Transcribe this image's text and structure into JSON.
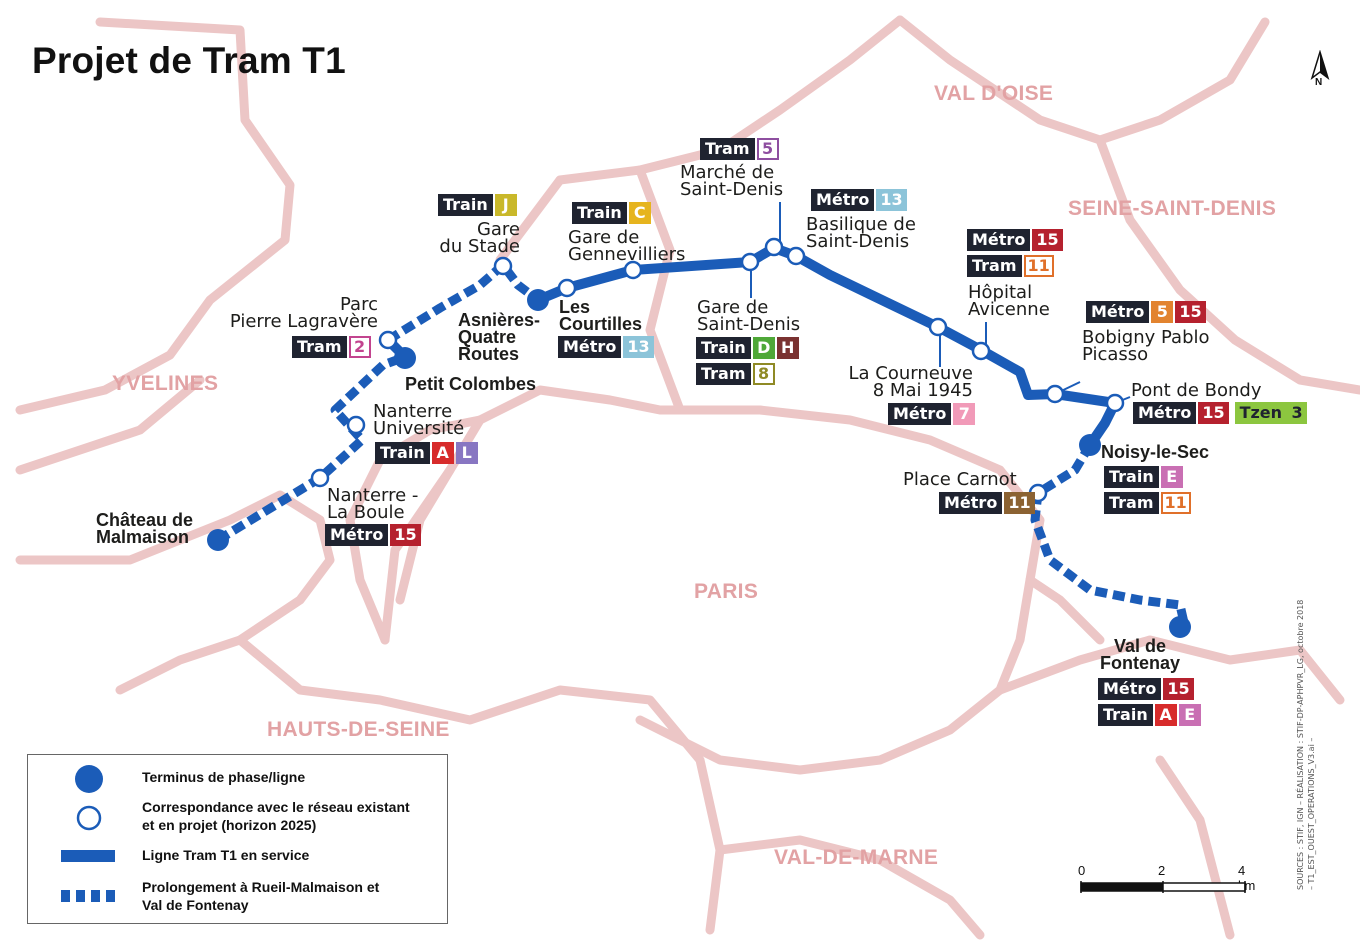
{
  "title": "Projet de Tram T1",
  "regions": {
    "val_doise": "VAL D'OISE",
    "seine_saint_denis": "SEINE-SAINT-DENIS",
    "yvelines": "YVELINES",
    "paris": "PARIS",
    "hauts_de_seine": "HAUTS-DE-SEINE",
    "val_de_marne": "VAL-DE-MARNE"
  },
  "compass": {
    "letter": "N"
  },
  "stations": {
    "chateau": "Château de\nMalmaison",
    "nanterre_boule": "Nanterre -\nLa Boule",
    "nanterre_univ": "Nanterre\nUniversité",
    "petit_colombes": "Petit Colombes",
    "parc_lagravere": "Parc\nPierre Lagravère",
    "asnieres": "Asnières-\nQuatre\nRoutes",
    "gare_stade": "Gare\ndu Stade",
    "courtilles": "Les\nCourtilles",
    "gennevilliers": "Gare de\nGennevilliers",
    "gare_st_denis": "Gare de\nSaint-Denis",
    "marche_st_denis": "Marché de\nSaint-Denis",
    "basilique": "Basilique de\nSaint-Denis",
    "courneuve": "La Courneuve\n8 Mai 1945",
    "avicenne": "Hôpital\nAvicenne",
    "bobigny": "Bobigny Pablo\nPicasso",
    "pont_bondy": "Pont de Bondy",
    "noisy": "Noisy-le-Sec",
    "place_carnot": "Place Carnot",
    "val_fontenay": "Val de\nFontenay"
  },
  "modes": {
    "train": "Train",
    "metro": "Métro",
    "tram": "Tram",
    "tzen": "Tzen"
  },
  "badges": {
    "gare_stade": [
      {
        "mode": "Train",
        "lines": [
          {
            "code": "J",
            "color": "#c9b82a",
            "style": "fill"
          }
        ]
      }
    ],
    "gennevilliers": [
      {
        "mode": "Train",
        "lines": [
          {
            "code": "C",
            "color": "#e6b41e",
            "style": "fill"
          }
        ]
      }
    ],
    "marche_st_denis": [
      {
        "mode": "Tram",
        "lines": [
          {
            "code": "5",
            "color": "#8e4fa0",
            "style": "outline"
          }
        ]
      }
    ],
    "basilique": [
      {
        "mode": "Métro",
        "lines": [
          {
            "code": "13",
            "color": "#8cc4d9",
            "style": "fill"
          }
        ]
      }
    ],
    "parc_lagravere": [
      {
        "mode": "Tram",
        "lines": [
          {
            "code": "2",
            "color": "#c2448f",
            "style": "outline"
          }
        ]
      }
    ],
    "courtilles": [
      {
        "mode": "Métro",
        "lines": [
          {
            "code": "13",
            "color": "#8cc4d9",
            "style": "fill"
          }
        ]
      }
    ],
    "gare_st_denis": [
      {
        "mode": "Train",
        "lines": [
          {
            "code": "D",
            "color": "#4fa838",
            "style": "fill"
          },
          {
            "code": "H",
            "color": "#7a3231",
            "style": "fill"
          }
        ]
      },
      {
        "mode": "Tram",
        "lines": [
          {
            "code": "8",
            "color": "#8f8a25",
            "style": "outline"
          }
        ]
      }
    ],
    "avicenne": [
      {
        "mode": "Métro",
        "lines": [
          {
            "code": "15",
            "color": "#b5212e",
            "style": "fill"
          }
        ]
      },
      {
        "mode": "Tram",
        "lines": [
          {
            "code": "11",
            "color": "#e0702a",
            "style": "outline"
          }
        ]
      }
    ],
    "bobigny": [
      {
        "mode": "Métro",
        "lines": [
          {
            "code": "5",
            "color": "#e2832f",
            "style": "fill"
          },
          {
            "code": "15",
            "color": "#b5212e",
            "style": "fill"
          }
        ]
      }
    ],
    "courneuve": [
      {
        "mode": "Métro",
        "lines": [
          {
            "code": "7",
            "color": "#f19ab8",
            "style": "fill"
          }
        ]
      }
    ],
    "pont_bondy": [
      {
        "mode": "Métro",
        "lines": [
          {
            "code": "15",
            "color": "#b5212e",
            "style": "fill"
          }
        ]
      },
      {
        "mode": "Tzen",
        "lines": [
          {
            "code": "3",
            "color": "#8cc63f",
            "style": "fill"
          }
        ]
      }
    ],
    "nanterre_univ": [
      {
        "mode": "Train",
        "lines": [
          {
            "code": "A",
            "color": "#d72b2b",
            "style": "fill"
          },
          {
            "code": "L",
            "color": "#8876c2",
            "style": "fill"
          }
        ]
      }
    ],
    "noisy": [
      {
        "mode": "Train",
        "lines": [
          {
            "code": "E",
            "color": "#c96fb3",
            "style": "fill"
          }
        ]
      },
      {
        "mode": "Tram",
        "lines": [
          {
            "code": "11",
            "color": "#e0702a",
            "style": "outline"
          }
        ]
      }
    ],
    "place_carnot": [
      {
        "mode": "Métro",
        "lines": [
          {
            "code": "11",
            "color": "#8b6232",
            "style": "fill"
          }
        ]
      }
    ],
    "nanterre_boule": [
      {
        "mode": "Métro",
        "lines": [
          {
            "code": "15",
            "color": "#b5212e",
            "style": "fill"
          }
        ]
      }
    ],
    "val_fontenay": [
      {
        "mode": "Métro",
        "lines": [
          {
            "code": "15",
            "color": "#b5212e",
            "style": "fill"
          }
        ]
      },
      {
        "mode": "Train",
        "lines": [
          {
            "code": "A",
            "color": "#d72b2b",
            "style": "fill"
          },
          {
            "code": "E",
            "color": "#c96fb3",
            "style": "fill"
          }
        ]
      }
    ]
  },
  "legend": {
    "terminus": "Terminus de phase/ligne",
    "correspondance": "Correspondance avec le réseau existant\net en projet (horizon 2025)",
    "ligne": "Ligne Tram T1 en service",
    "prolongement": "Prolongement à Rueil-Malmaison et\nVal de Fontenay"
  },
  "scale": {
    "zero": "0",
    "mid": "2",
    "end": "4 km"
  },
  "sources": "SOURCES : STIF, IGN – RÉALISATION : STIF-DP-APHPVR_LG, octobre 2018\n– T1_EST_OUEST_OPERATIONS_V3.ai –",
  "colors": {
    "line": "#1b5cb8",
    "boundary": "#ecc6c6",
    "region_text": "#e2a2a4"
  }
}
